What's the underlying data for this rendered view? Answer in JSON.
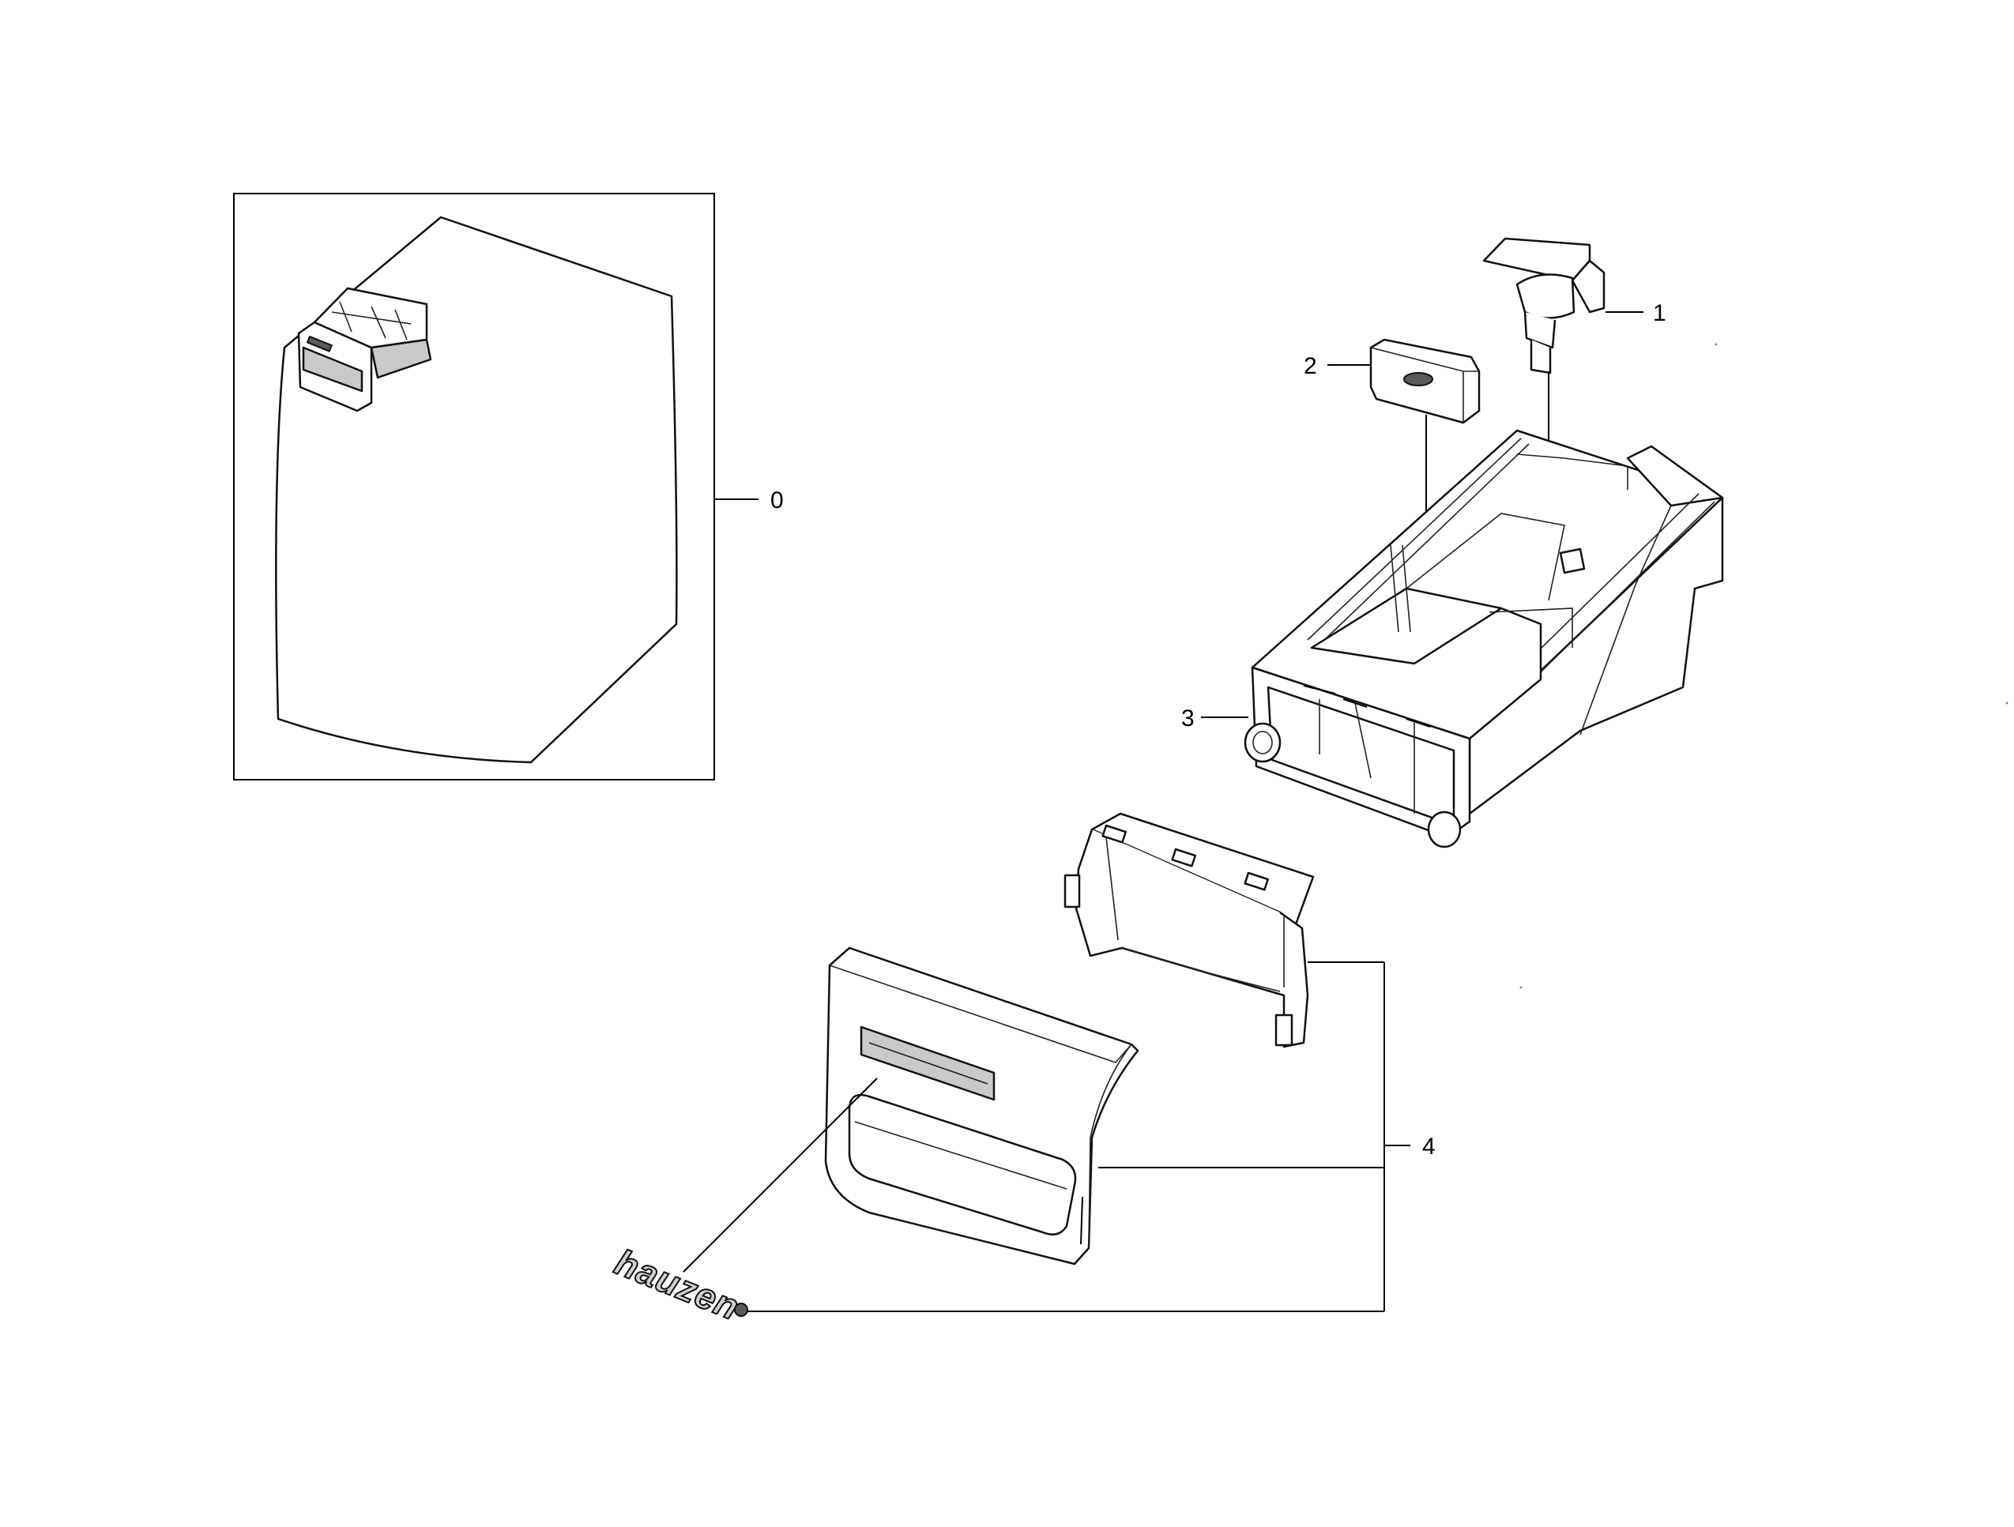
{
  "callouts": [
    {
      "id": "0",
      "label": "0"
    },
    {
      "id": "1",
      "label": "1"
    },
    {
      "id": "2",
      "label": "2"
    },
    {
      "id": "3",
      "label": "3"
    },
    {
      "id": "4",
      "label": "4"
    }
  ],
  "logo": {
    "text": "hauzen"
  }
}
